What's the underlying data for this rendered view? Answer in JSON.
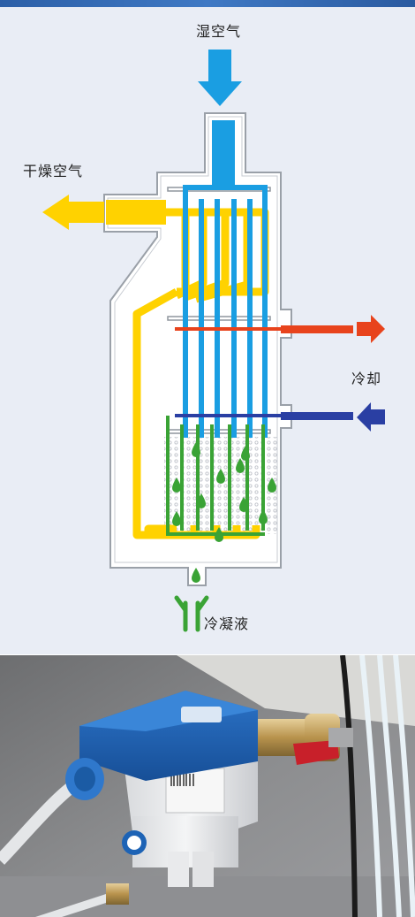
{
  "labels": {
    "wet_air": "湿空气",
    "dry_air": "干燥空气",
    "cooling": "冷却",
    "condensate": "冷凝液"
  },
  "colors": {
    "wet_air": "#1a9ee2",
    "dry_air": "#ffd200",
    "coolant_hot": "#e8431c",
    "coolant_cold": "#2a3fa3",
    "condensate": "#3aa335",
    "panel_bg": "#e9edf5"
  },
  "photo": {
    "icon": "condensate-drain-device-photo"
  }
}
